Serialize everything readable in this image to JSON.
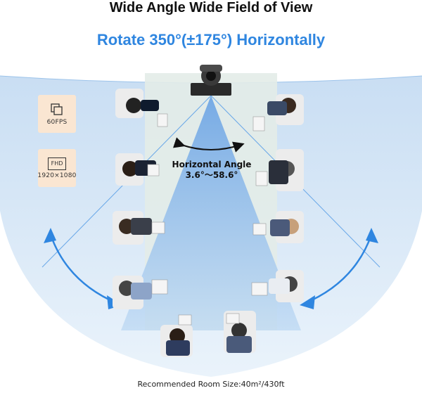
{
  "header": {
    "title": "Wide Angle  Wide Field of View",
    "subtitle": "Rotate 350°(±175°) Horizontally"
  },
  "badges": [
    {
      "icon": "frames-icon",
      "label": "60FPS"
    },
    {
      "icon": "fhd-icon",
      "icon_text": "FHD",
      "label": "1920×1080"
    }
  ],
  "field_of_view": {
    "label_line1": "Horizontal Angle",
    "label_line2": "3.6°～58.6°"
  },
  "footer": {
    "room_size": "Recommended Room Size:40m²/430ft"
  },
  "colors": {
    "accent": "#2f86e0",
    "beam": "#7fb0e8",
    "wide_field": "#d6e8f8",
    "table": "#e3ece8",
    "badge_bg": "#fae6d2"
  }
}
